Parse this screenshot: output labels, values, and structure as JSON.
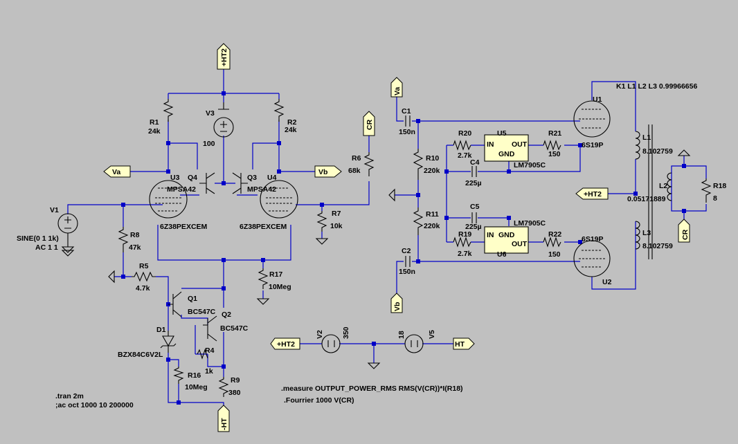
{
  "background_color": "#c0c0c0",
  "wire_color": "#0000c8",
  "nets": {
    "ht2_top": "+HT2",
    "va_left": "Va",
    "vb_left": "Vb",
    "cr_top": "CR",
    "va_top": "Va",
    "vb_bottom": "Vb",
    "ht2_mid": "+HT2",
    "cr_right": "CR",
    "ht_neg": "-HT",
    "ht2_bottom": "+HT2",
    "ht_bottom": "HT"
  },
  "components": {
    "r1": {
      "name": "R1",
      "value": "24k"
    },
    "r2": {
      "name": "R2",
      "value": "24k"
    },
    "v3": {
      "name": "V3",
      "value": "100"
    },
    "q4": {
      "name": "Q4",
      "model": "MPSA42"
    },
    "q3": {
      "name": "Q3",
      "model": "MPSA42"
    },
    "u3": {
      "name": "U3",
      "model": "6Z38PEXCEM"
    },
    "u4": {
      "name": "U4",
      "model": "6Z38PEXCEM"
    },
    "v1": {
      "name": "V1",
      "value": "SINE(0 1 1k)",
      "ac": "AC 1 1"
    },
    "r8": {
      "name": "R8",
      "value": "47k"
    },
    "r5": {
      "name": "R5",
      "value": "4.7k"
    },
    "r6": {
      "name": "R6",
      "value": "68k"
    },
    "r7": {
      "name": "R7",
      "value": "10k"
    },
    "r17": {
      "name": "R17",
      "value": "10Meg"
    },
    "q1": {
      "name": "Q1",
      "model": "BC547C"
    },
    "q2": {
      "name": "Q2",
      "model": "BC547C"
    },
    "d1": {
      "name": "D1",
      "model": "BZX84C6V2L"
    },
    "r4": {
      "name": "R4",
      "value": "1k"
    },
    "r16": {
      "name": "R16",
      "value": "10Meg"
    },
    "r9": {
      "name": "R9",
      "value": "380"
    },
    "c1": {
      "name": "C1",
      "value": "150n"
    },
    "c2": {
      "name": "C2",
      "value": "150n"
    },
    "r10": {
      "name": "R10",
      "value": "220k"
    },
    "r11": {
      "name": "R11",
      "value": "220k"
    },
    "r20": {
      "name": "R20",
      "value": "2.7k"
    },
    "r19": {
      "name": "R19",
      "value": "2.7k"
    },
    "c4": {
      "name": "C4",
      "value": "225µ"
    },
    "c5": {
      "name": "C5",
      "value": "225µ"
    },
    "u5": {
      "name": "U5",
      "model": "LM7905C",
      "pin_in": "IN",
      "pin_out": "OUT",
      "pin_gnd": "GND"
    },
    "u6": {
      "name": "U6",
      "model": "LM7905C",
      "pin_in": "IN",
      "pin_out": "OUT",
      "pin_gnd": "GND"
    },
    "r21": {
      "name": "R21",
      "value": "150"
    },
    "r22": {
      "name": "R22",
      "value": "150"
    },
    "u1": {
      "name": "U1",
      "model": "6S19P"
    },
    "u2": {
      "name": "U2",
      "model": "6S19P"
    },
    "l1": {
      "name": "L1",
      "value": "8.102759"
    },
    "l2": {
      "name": "L2",
      "value": "0.05171889"
    },
    "l3": {
      "name": "L3",
      "value": "8.102759"
    },
    "r18": {
      "name": "R18",
      "value": "8"
    },
    "v2": {
      "name": "V2",
      "value": "350"
    },
    "v5": {
      "name": "V5",
      "value": "18"
    }
  },
  "directives": {
    "coupling": "K1 L1 L2 L3 0.99966656",
    "tran": ".tran 2m",
    "ac": ";ac oct 1000 10 200000",
    "measure": ".measure OUTPUT_POWER_RMS RMS(V(CR))*I(R18)",
    "fourier": ".Fourrier 1000 V(CR)"
  }
}
